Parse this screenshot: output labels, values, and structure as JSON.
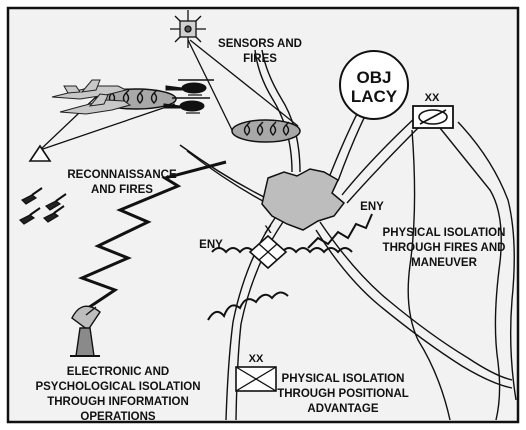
{
  "labels": {
    "sensors_fires": [
      "SENSORS AND",
      "FIRES"
    ],
    "obj": [
      "OBJ",
      "LACY"
    ],
    "xx_top": "XX",
    "recon": [
      "RECONNAISSANCE",
      "AND FIRES"
    ],
    "eny_right": "ENY",
    "x_unit": "X",
    "eny_left": "ENY",
    "phys_fires": [
      "PHYSICAL ISOLATION",
      "THROUGH FIRES AND",
      "MANEUVER"
    ],
    "xx_bottom": "XX",
    "phys_pos": [
      "PHYSICAL ISOLATION",
      "THROUGH POSITIONAL",
      "ADVANTAGE"
    ],
    "elec": [
      "ELECTRONIC AND",
      "PSYCHOLOGICAL ISOLATION",
      "THROUGH INFORMATION",
      "OPERATIONS"
    ]
  },
  "colors": {
    "frame_bg": "#f2f2f2",
    "ink": "#111111",
    "area_fill": "#bdbdbd",
    "ellipse_fill": "#a8a8a8",
    "aircraft": "#c8c8c8"
  },
  "icons": [
    "satellite-icon",
    "jet-icon",
    "helicopter-icon",
    "triangle-sensor-icon",
    "artillery-icon",
    "satellite-dish-icon"
  ]
}
